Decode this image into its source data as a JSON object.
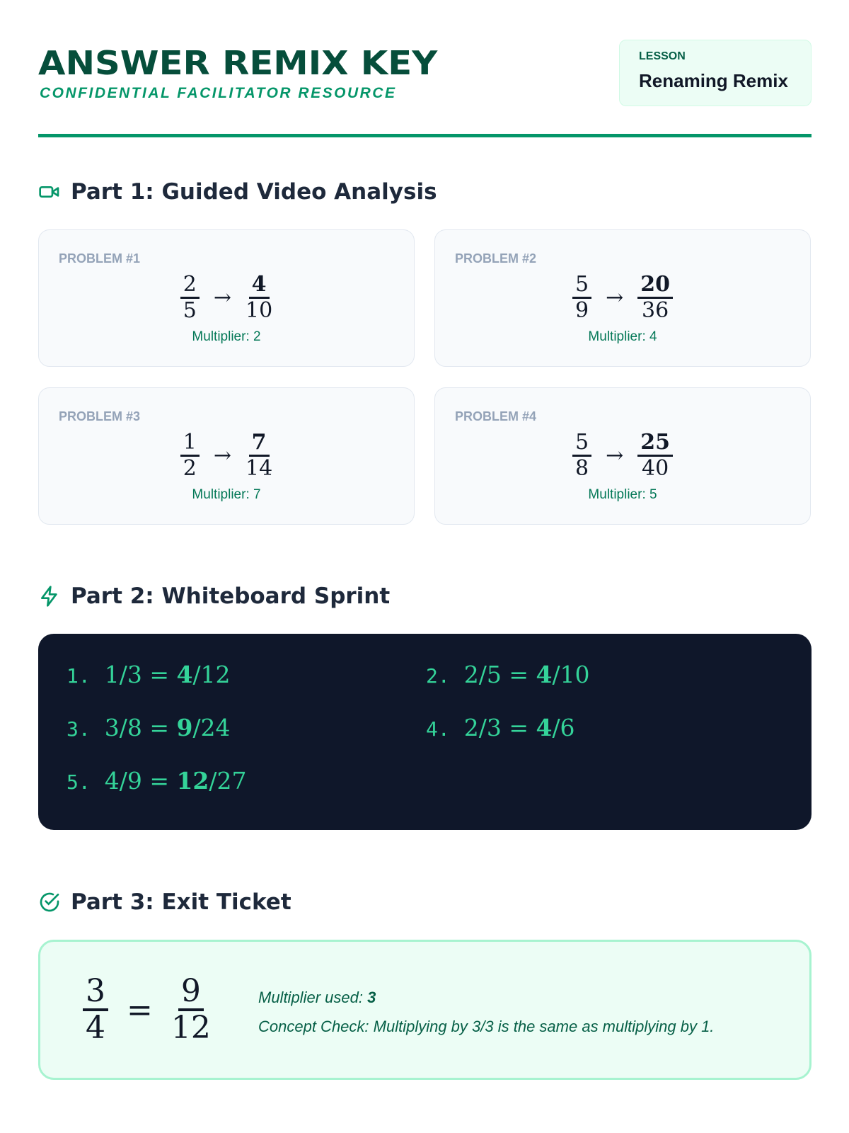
{
  "header": {
    "title": "ANSWER REMIX KEY",
    "subtitle": "CONFIDENTIAL FACILITATOR RESOURCE",
    "lesson_label": "LESSON",
    "lesson_name": "Renaming Remix"
  },
  "part1": {
    "title": "Part 1: Guided Video Analysis",
    "icon": "video-icon",
    "problems": [
      {
        "label": "PROBLEM #1",
        "from_n": "2",
        "from_d": "5",
        "arrow": "→",
        "to_n": "4",
        "to_d": "10",
        "multiplier": "Multiplier: 2"
      },
      {
        "label": "PROBLEM #2",
        "from_n": "5",
        "from_d": "9",
        "arrow": "→",
        "to_n": "20",
        "to_d": "36",
        "multiplier": "Multiplier: 4"
      },
      {
        "label": "PROBLEM #3",
        "from_n": "1",
        "from_d": "2",
        "arrow": "→",
        "to_n": "7",
        "to_d": "14",
        "multiplier": "Multiplier: 7"
      },
      {
        "label": "PROBLEM #4",
        "from_n": "5",
        "from_d": "8",
        "arrow": "→",
        "to_n": "25",
        "to_d": "40",
        "multiplier": "Multiplier: 5"
      }
    ]
  },
  "part2": {
    "title": "Part 2: Whiteboard Sprint",
    "icon": "lightning-icon",
    "items": [
      {
        "num": "1.",
        "left": "1/3 =",
        "ans_n": "4",
        "ans_d": "/12"
      },
      {
        "num": "2.",
        "left": "2/5 =",
        "ans_n": "4",
        "ans_d": "/10"
      },
      {
        "num": "3.",
        "left": "3/8 =",
        "ans_n": "9",
        "ans_d": "/24"
      },
      {
        "num": "4.",
        "left": "2/3 =",
        "ans_n": "4",
        "ans_d": "/6"
      },
      {
        "num": "5.",
        "left": "4/9 =",
        "ans_n": "12",
        "ans_d": "/27"
      }
    ]
  },
  "part3": {
    "title": "Part 3: Exit Ticket",
    "icon": "check-circle-icon",
    "from_n": "3",
    "from_d": "4",
    "eq": "=",
    "to_n": "9",
    "to_d": "12",
    "multiplier_label": "Multiplier used: ",
    "multiplier_value": "3",
    "concept": "Concept Check: Multiplying by 3/3 is the same as multiplying by 1."
  },
  "colors": {
    "primary": "#059669",
    "dark": "#064e3b",
    "board": "#0f172a",
    "board_text": "#34d399"
  }
}
